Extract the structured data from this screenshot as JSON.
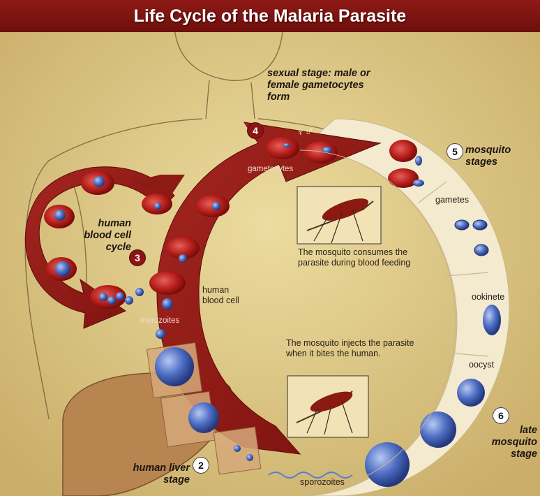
{
  "title": "Life Cycle of the Malaria Parasite",
  "stages": [
    {
      "number": "2",
      "label": "human liver stage"
    },
    {
      "number": "3",
      "label": "human blood cell cycle"
    },
    {
      "number": "4",
      "label": "sexual stage: male or female gametocytes form"
    },
    {
      "number": "5",
      "label": "mosquito stages"
    },
    {
      "number": "6",
      "label": "late mosquito stage"
    }
  ],
  "labels": {
    "gametocytes": "gametocytes",
    "merozoites": "merozoites",
    "human_blood_cell": "human blood cell",
    "gametes": "gametes",
    "ookinete": "ookinete",
    "oocyst": "oocyst",
    "sporozoites": "sporozoites"
  },
  "captions": {
    "consumes": "The mosquito consumes the parasite during blood feeding",
    "injects": "The mosquito injects the parasite when it bites the human."
  },
  "symbols": {
    "male_female": "♀♂"
  },
  "colors": {
    "arrow_red": "#8e1a16",
    "cream_ring": "#f3ead0",
    "parasite_blue": "#4f6fc4",
    "parchment": "#e3cf8a"
  }
}
